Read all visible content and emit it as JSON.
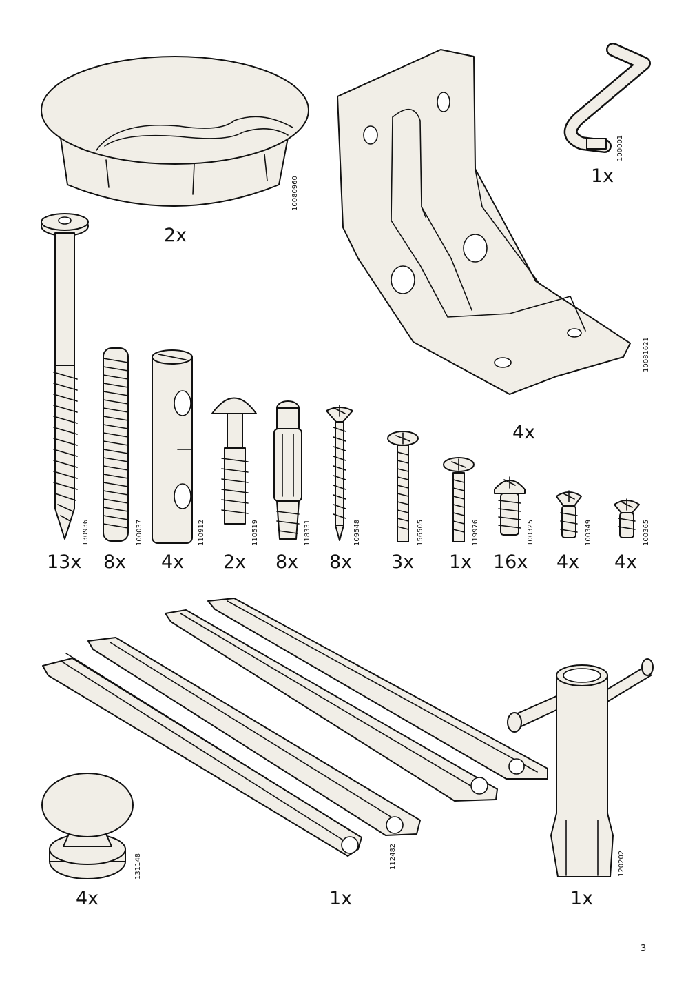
{
  "page_number": "3",
  "parts": {
    "grommet": {
      "code": "10080960",
      "qty": "2x",
      "icon": "cable-grommet"
    },
    "allen_key": {
      "code": "100001",
      "qty": "1x",
      "icon": "allen-key"
    },
    "bracket": {
      "code": "10081621",
      "qty": "4x",
      "icon": "corner-bracket"
    },
    "long_screw": {
      "code": "130936",
      "qty": "13x",
      "icon": "wood-screw"
    },
    "threaded_rod": {
      "code": "100037",
      "qty": "8x",
      "icon": "threaded-rod"
    },
    "barrel_nut": {
      "code": "110912",
      "qty": "4x",
      "icon": "barrel-nut"
    },
    "plastic_dowel": {
      "code": "110519",
      "qty": "2x",
      "icon": "plastic-dowel"
    },
    "cam_dowel": {
      "code": "118331",
      "qty": "8x",
      "icon": "cam-dowel"
    },
    "screw_109548": {
      "code": "109548",
      "qty": "8x",
      "icon": "countersunk-screw"
    },
    "screw_156505": {
      "code": "156505",
      "qty": "3x",
      "icon": "machine-screw"
    },
    "screw_119976": {
      "code": "119976",
      "qty": "1x",
      "icon": "machine-screw"
    },
    "screw_100325": {
      "code": "100325",
      "qty": "16x",
      "icon": "pan-head-screw"
    },
    "screw_100349": {
      "code": "100349",
      "qty": "4x",
      "icon": "short-screw"
    },
    "screw_100365": {
      "code": "100365",
      "qty": "4x",
      "icon": "short-screw"
    },
    "knob": {
      "code": "131148",
      "qty": "4x",
      "icon": "knob"
    },
    "drawer_runners": {
      "code": "112482",
      "qty": "1x",
      "icon": "drawer-runner-set"
    },
    "socket_wrench": {
      "code": "120202",
      "qty": "1x",
      "icon": "socket-wrench"
    }
  }
}
